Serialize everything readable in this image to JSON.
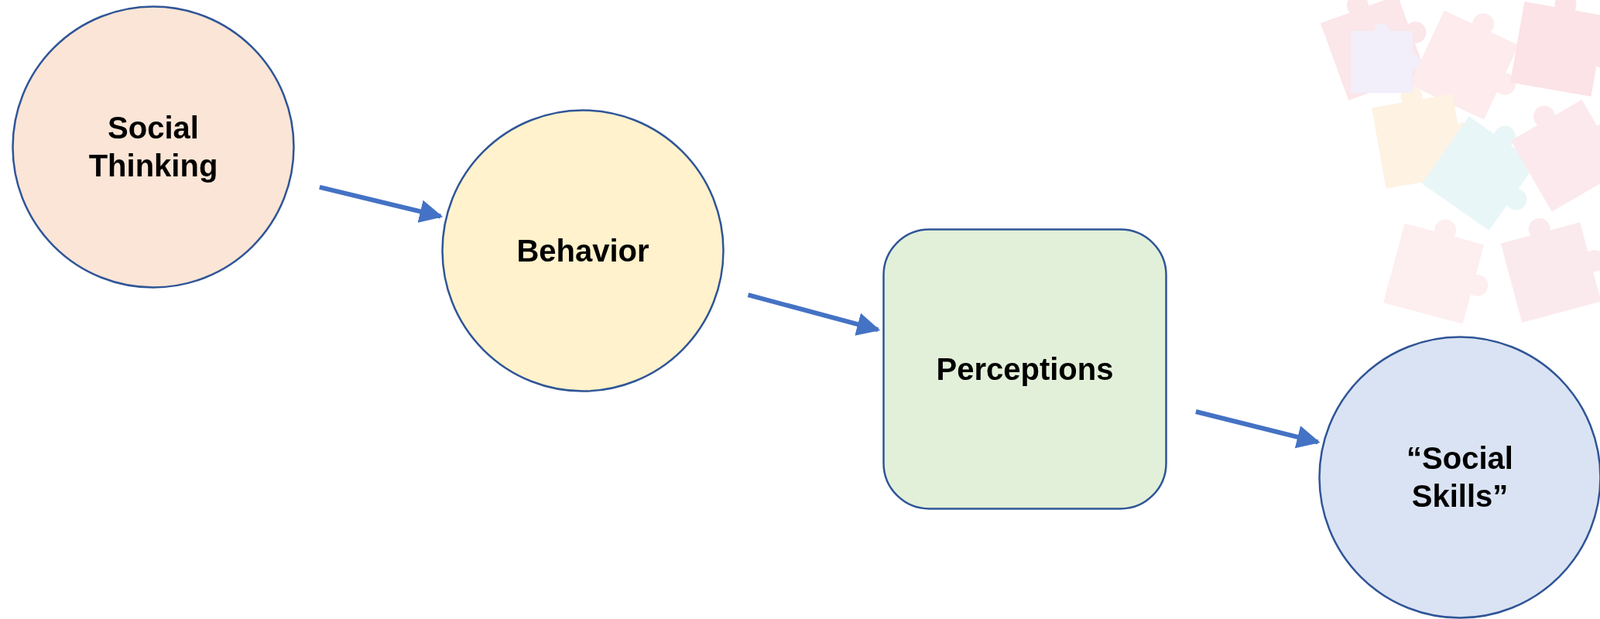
{
  "diagram": {
    "nodes": [
      {
        "text": [
          "Social Thinking"
        ]
      },
      {
        "text": [
          "Behavior"
        ]
      },
      {
        "text": [
          "Perceptions"
        ]
      },
      {
        "text": [
          "“Social Skills”"
        ]
      }
    ],
    "edges": [
      {
        "from": 0,
        "to": 1,
        "arrow": "to"
      },
      {
        "from": 1,
        "to": 2,
        "arrow": "to"
      },
      {
        "from": 2,
        "to": 3,
        "arrow": "to"
      }
    ]
  }
}
